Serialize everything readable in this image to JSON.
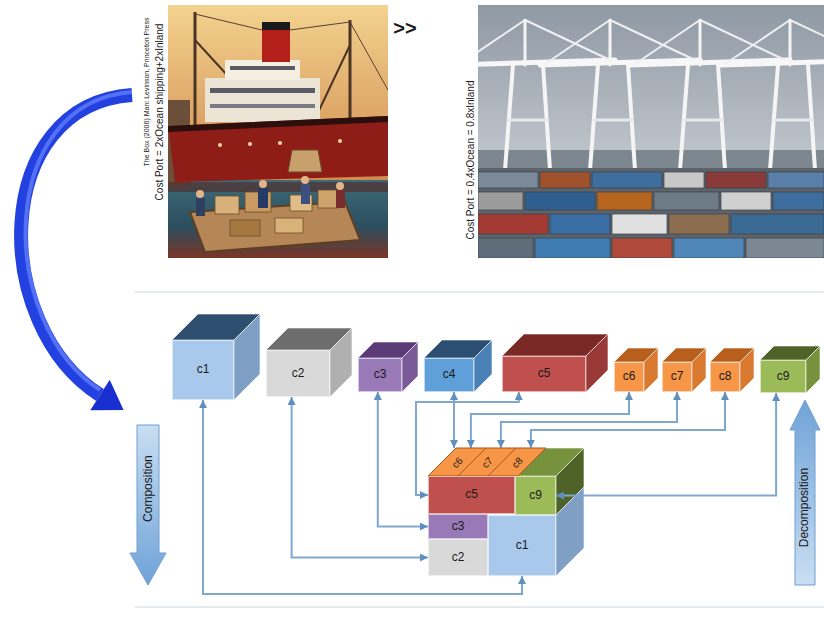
{
  "diagram": {
    "nodes": [
      {
        "text": [
          "c1"
        ]
      },
      {
        "text": [
          "c2"
        ]
      },
      {
        "text": [
          "c3"
        ]
      },
      {
        "text": [
          "c4"
        ]
      },
      {
        "text": [
          "c5"
        ]
      },
      {
        "text": [
          "c6"
        ]
      },
      {
        "text": [
          "c7"
        ]
      },
      {
        "text": [
          "c8"
        ]
      },
      {
        "text": [
          "c9"
        ]
      },
      {
        "text": []
      },
      {
        "text": [
          "c6"
        ],
        "in": 9
      },
      {
        "text": [
          "c7"
        ],
        "in": 9
      },
      {
        "text": [
          "c8"
        ],
        "in": 9
      },
      {
        "text": [
          "c5"
        ],
        "in": 9
      },
      {
        "text": [
          "c9"
        ],
        "in": 9
      },
      {
        "text": [
          "c3"
        ],
        "in": 9
      },
      {
        "text": [
          "c2"
        ],
        "in": 9
      },
      {
        "text": [
          "c1"
        ],
        "in": 9
      },
      {
        "text": [
          "Composition"
        ]
      },
      {
        "text": [
          "Decomposition"
        ]
      }
    ],
    "edges": [
      {
        "from": 0,
        "to": 17,
        "arrow": "both"
      },
      {
        "from": 1,
        "to": 16,
        "arrow": "both"
      },
      {
        "from": 2,
        "to": 15,
        "arrow": "both"
      },
      {
        "from": 3,
        "to": 9,
        "arrow": "both"
      },
      {
        "from": 4,
        "to": 13,
        "arrow": "both"
      },
      {
        "from": 5,
        "to": 10,
        "arrow": "both"
      },
      {
        "from": 6,
        "to": 11,
        "arrow": "both"
      },
      {
        "from": 7,
        "to": 12,
        "arrow": "both"
      },
      {
        "from": 8,
        "to": 14,
        "arrow": "both"
      }
    ],
    "labels": [
      "The Box (2006) Marc Levinson, Princeton Press",
      "Cost Port = 2xOcean shipping+2xInland",
      ">>",
      "Cost Port = 0.4xOcean = 0.8xInland"
    ]
  }
}
